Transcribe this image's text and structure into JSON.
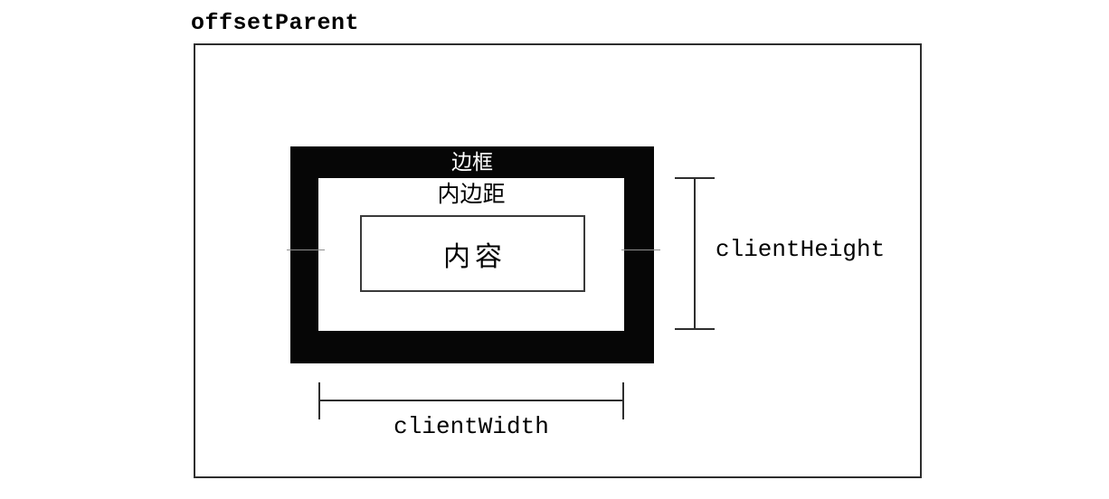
{
  "labels": {
    "offset_parent": "offsetParent",
    "border": "边框",
    "padding": "内边距",
    "content": "内容",
    "client_height": "clientHeight",
    "client_width": "clientWidth"
  },
  "colors": {
    "background": "#ffffff",
    "ink": "#060606",
    "line": "#2e2e2e",
    "box_border": "#3a3a3a",
    "seam": "#8f8f8f",
    "border_label_text": "#ffffff",
    "text": "#000000"
  }
}
